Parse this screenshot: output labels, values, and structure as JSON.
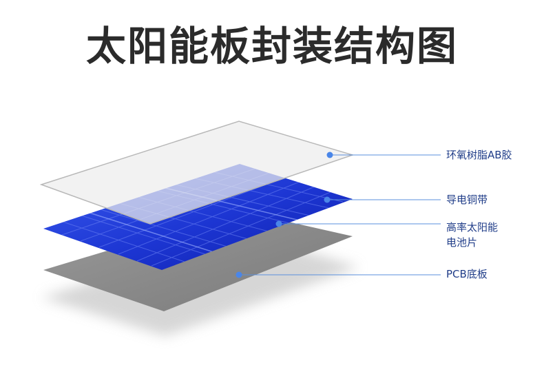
{
  "title": "太阳能板封装结构图",
  "layers": [
    {
      "label": "环氧树脂AB胶",
      "lines": [
        "环氧树脂AB胶"
      ]
    },
    {
      "label": "导电铜带",
      "lines": [
        "导电铜带"
      ]
    },
    {
      "label": "高率太阳能电池片",
      "lines": [
        "高率太阳能",
        "电池片"
      ]
    },
    {
      "label": "PCB底板",
      "lines": [
        "PCB底板"
      ]
    }
  ],
  "colors": {
    "title": "#2b2b2b",
    "label_text": "#1f3c88",
    "leader_line": "#5a8fdc",
    "dot": "#4a86e8",
    "cell_blue_light": "#2f4fe0",
    "cell_blue_dark": "#1424b8",
    "pcb_gray": "#8a8a8a",
    "epoxy_fill": "#f2f2f2",
    "epoxy_border": "#bdbdbd"
  }
}
